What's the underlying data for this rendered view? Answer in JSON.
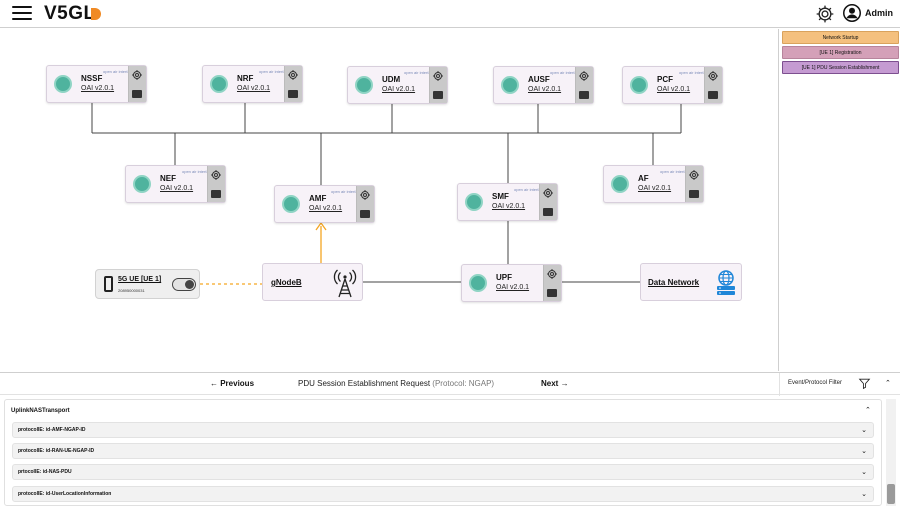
{
  "header": {
    "logo": "V5GL",
    "user": "Admin"
  },
  "nfs": {
    "nssf": {
      "name": "NSSF",
      "version": "OAI v2.0.1",
      "brand": "open air interface"
    },
    "nrf": {
      "name": "NRF",
      "version": "OAI v2.0.1",
      "brand": "open air interface"
    },
    "udm": {
      "name": "UDM",
      "version": "OAI v2.0.1",
      "brand": "open air interface"
    },
    "ausf": {
      "name": "AUSF",
      "version": "OAI v2.0.1",
      "brand": "open air interface"
    },
    "pcf": {
      "name": "PCF",
      "version": "OAI v2.0.1",
      "brand": "open air interface"
    },
    "nef": {
      "name": "NEF",
      "version": "OAI v2.0.1",
      "brand": "open air interface"
    },
    "amf": {
      "name": "AMF",
      "version": "OAI v2.0.1",
      "brand": "open air interface"
    },
    "smf": {
      "name": "SMF",
      "version": "OAI v2.0.1",
      "brand": "open air interface"
    },
    "af": {
      "name": "AF",
      "version": "OAI v2.0.1",
      "brand": "open air interface"
    },
    "upf": {
      "name": "UPF",
      "version": "OAI v2.0.1",
      "brand": "open air interface"
    }
  },
  "ue": {
    "name": "5G UE  [UE 1]",
    "imsi": "208950000031"
  },
  "gnb": {
    "name": "gNodeB"
  },
  "dn": {
    "name": "Data Network"
  },
  "events": [
    {
      "label": "Network Startup",
      "color": "#f4c07e"
    },
    {
      "label": "[UE 1] Registration",
      "color": "#d4a0b8"
    },
    {
      "label": "[UE 1] PDU Session Establishment",
      "color": "#c59bd2"
    }
  ],
  "nav": {
    "previous": "← Previous",
    "message": "PDU Session Establishment Request",
    "protocol": "(Protocol: NGAP)",
    "next": "Next →",
    "filter_label": "Event/Protocol Filter"
  },
  "detail": {
    "title": "UplinkNASTransport",
    "items": [
      "protocolIE: id-AMF-NGAP-ID",
      "protocolIE: id-RAN-UE-NGAP-ID",
      "prtocolIE: id-NAS-PDU",
      "protocolIE: id-UserLocationInformation"
    ]
  },
  "colors": {
    "accent": "#f08a24",
    "nf_icon": "#4fb39e",
    "signal_arrow": "#f5a623"
  },
  "icons": {
    "menu": "hamburger-icon",
    "settings": "gear-icon",
    "user": "user-icon",
    "filter": "filter-icon"
  }
}
